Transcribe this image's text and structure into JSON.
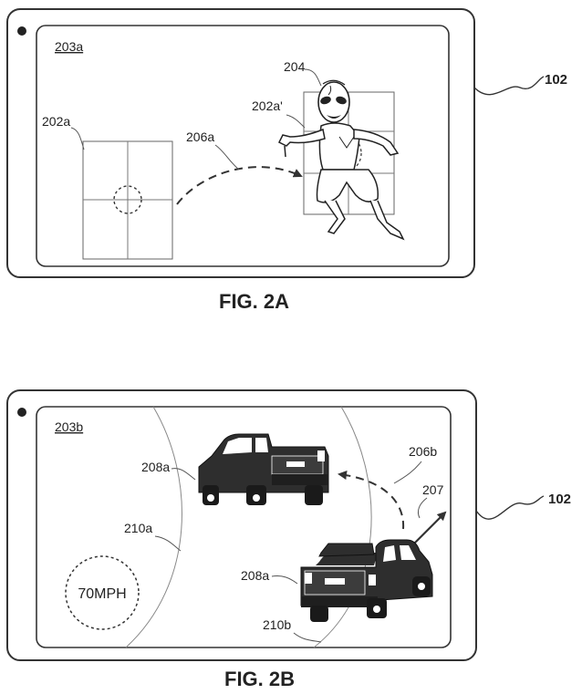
{
  "figure_a": {
    "caption": "FIG. 2A",
    "device_ref": "102",
    "screen_label": "203a",
    "frame_label": "202a",
    "frame_label_moved": "202a'",
    "character_label": "204",
    "path_label": "206a"
  },
  "figure_b": {
    "caption": "FIG. 2B",
    "device_ref": "102",
    "screen_label": "203b",
    "vehicle_label_top": "208a",
    "vehicle_label_bottom": "208a",
    "path_label": "206b",
    "arrow_label": "207",
    "lane_label_left": "210a",
    "lane_label_right": "210b",
    "speed": "70MPH"
  }
}
